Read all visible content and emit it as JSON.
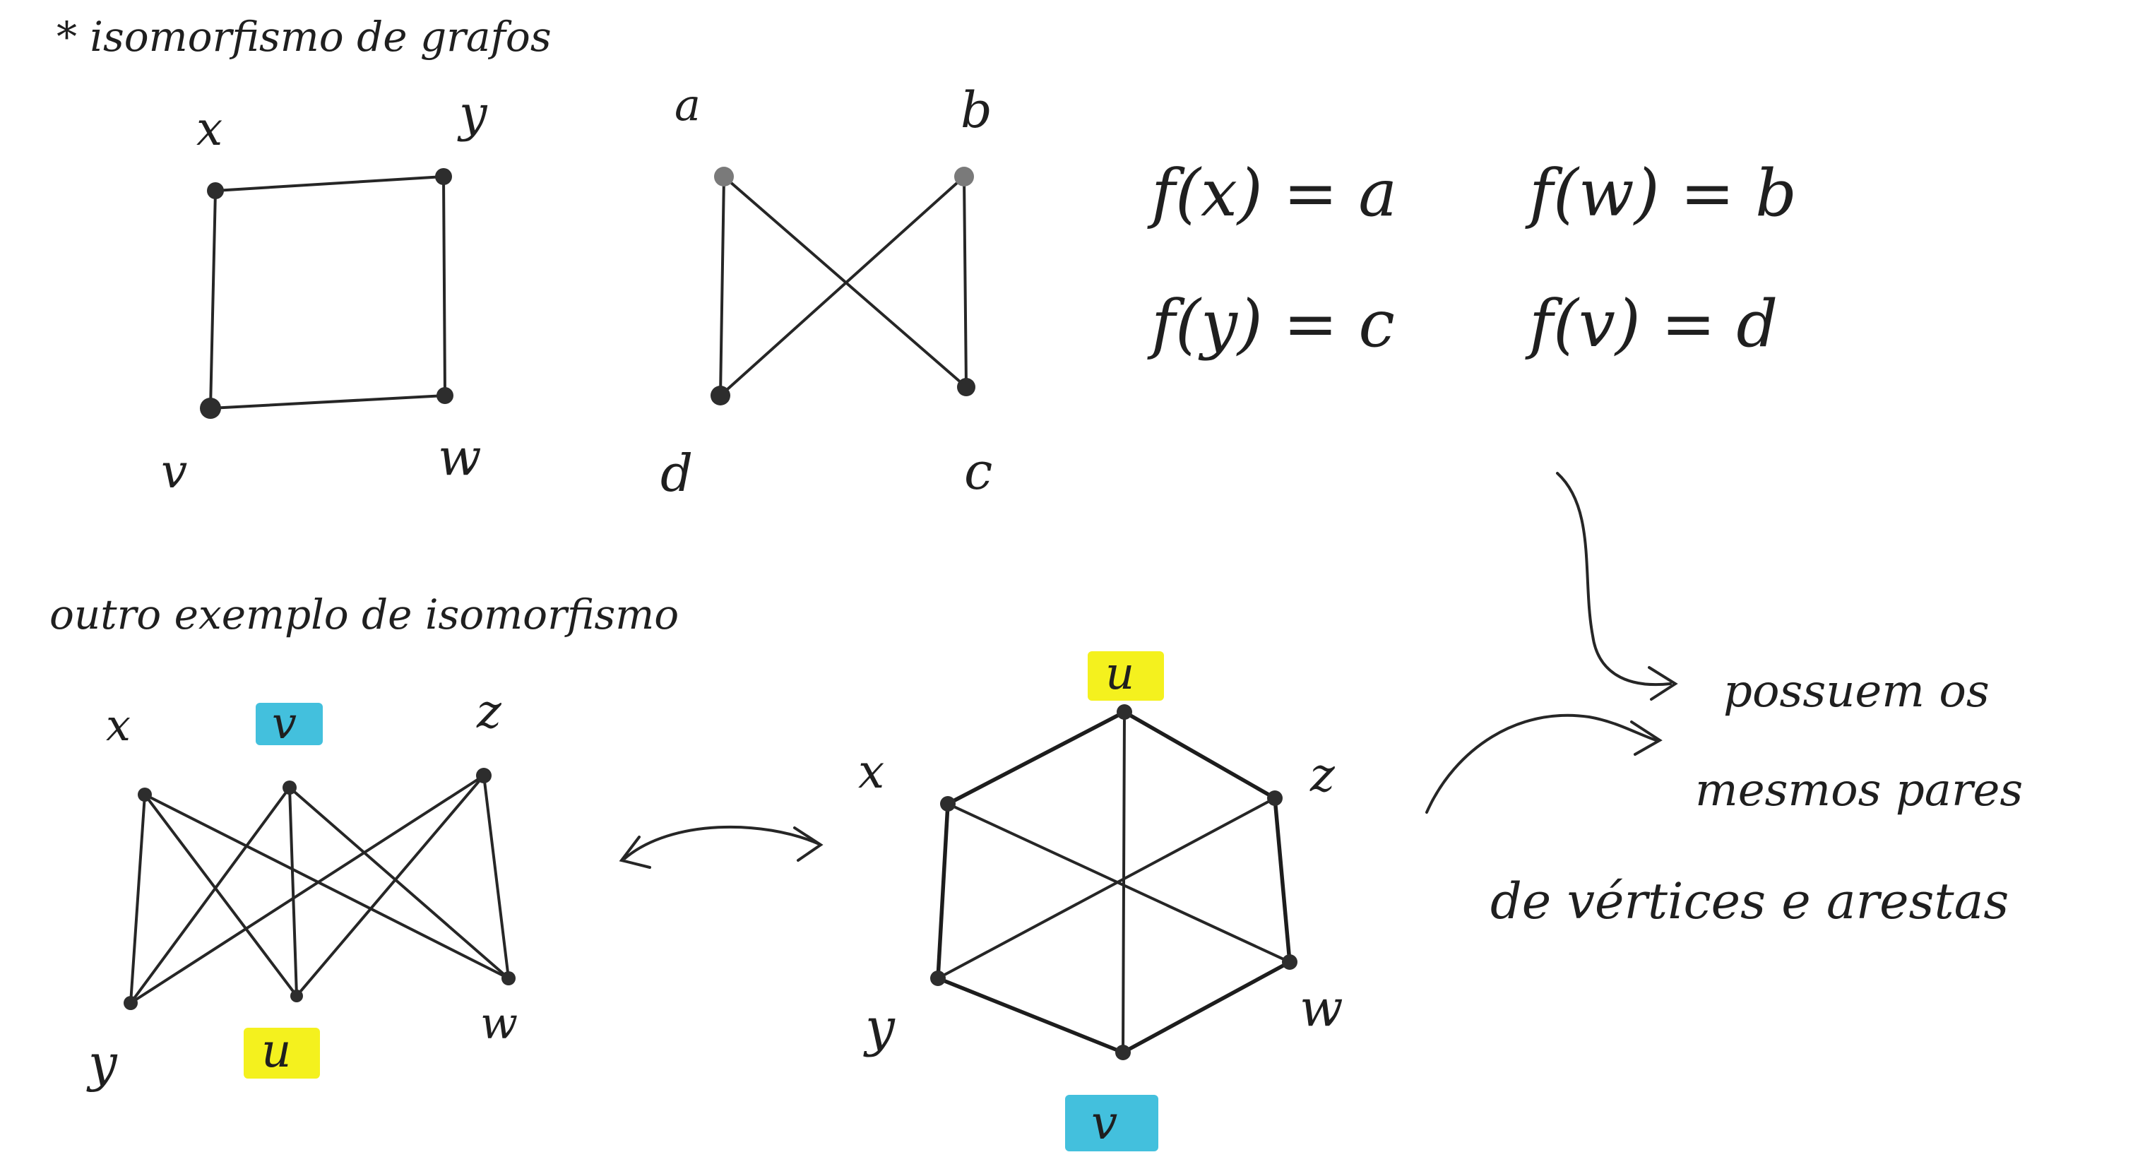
{
  "title": "* isomorfismo de grafos",
  "subtitle": "outro exemplo de isomorfismo",
  "graph1": {
    "labels": {
      "x": "x",
      "y": "y",
      "v": "v",
      "w": "w"
    },
    "edges": [
      [
        "x",
        "y"
      ],
      [
        "y",
        "w"
      ],
      [
        "w",
        "v"
      ],
      [
        "v",
        "x"
      ]
    ]
  },
  "graph2": {
    "labels": {
      "a": "a",
      "b": "b",
      "c": "c",
      "d": "d"
    },
    "edges": [
      [
        "a",
        "d"
      ],
      [
        "a",
        "c"
      ],
      [
        "b",
        "d"
      ],
      [
        "b",
        "c"
      ]
    ]
  },
  "mapping": {
    "fx": "f(x) = a",
    "fw": "f(w) = b",
    "fy": "f(y) = c",
    "fv": "f(v) = d"
  },
  "conclusion": {
    "line1": "possuem os",
    "line2": "mesmos pares",
    "line3": "de vértices e arestas"
  },
  "graph3": {
    "labels": {
      "x": "x",
      "v": "v",
      "z": "z",
      "y": "y",
      "u": "u",
      "w": "w"
    },
    "edges": [
      [
        "x",
        "y"
      ],
      [
        "x",
        "u"
      ],
      [
        "x",
        "w"
      ],
      [
        "v",
        "y"
      ],
      [
        "v",
        "u"
      ],
      [
        "v",
        "w"
      ],
      [
        "z",
        "y"
      ],
      [
        "z",
        "u"
      ],
      [
        "z",
        "w"
      ]
    ]
  },
  "graph4": {
    "labels": {
      "u": "u",
      "x": "x",
      "z": "z",
      "y": "y",
      "w": "w",
      "v": "v"
    },
    "edges": [
      [
        "u",
        "z"
      ],
      [
        "z",
        "w"
      ],
      [
        "w",
        "v"
      ],
      [
        "v",
        "y"
      ],
      [
        "y",
        "x"
      ],
      [
        "x",
        "u"
      ],
      [
        "u",
        "v"
      ],
      [
        "x",
        "w"
      ],
      [
        "z",
        "y"
      ]
    ]
  },
  "colors": {
    "highlight_yellow": "#f4f11e",
    "highlight_cyan": "#43c0dd",
    "ink": "#1f1f1f",
    "paper": "#ffffff"
  }
}
